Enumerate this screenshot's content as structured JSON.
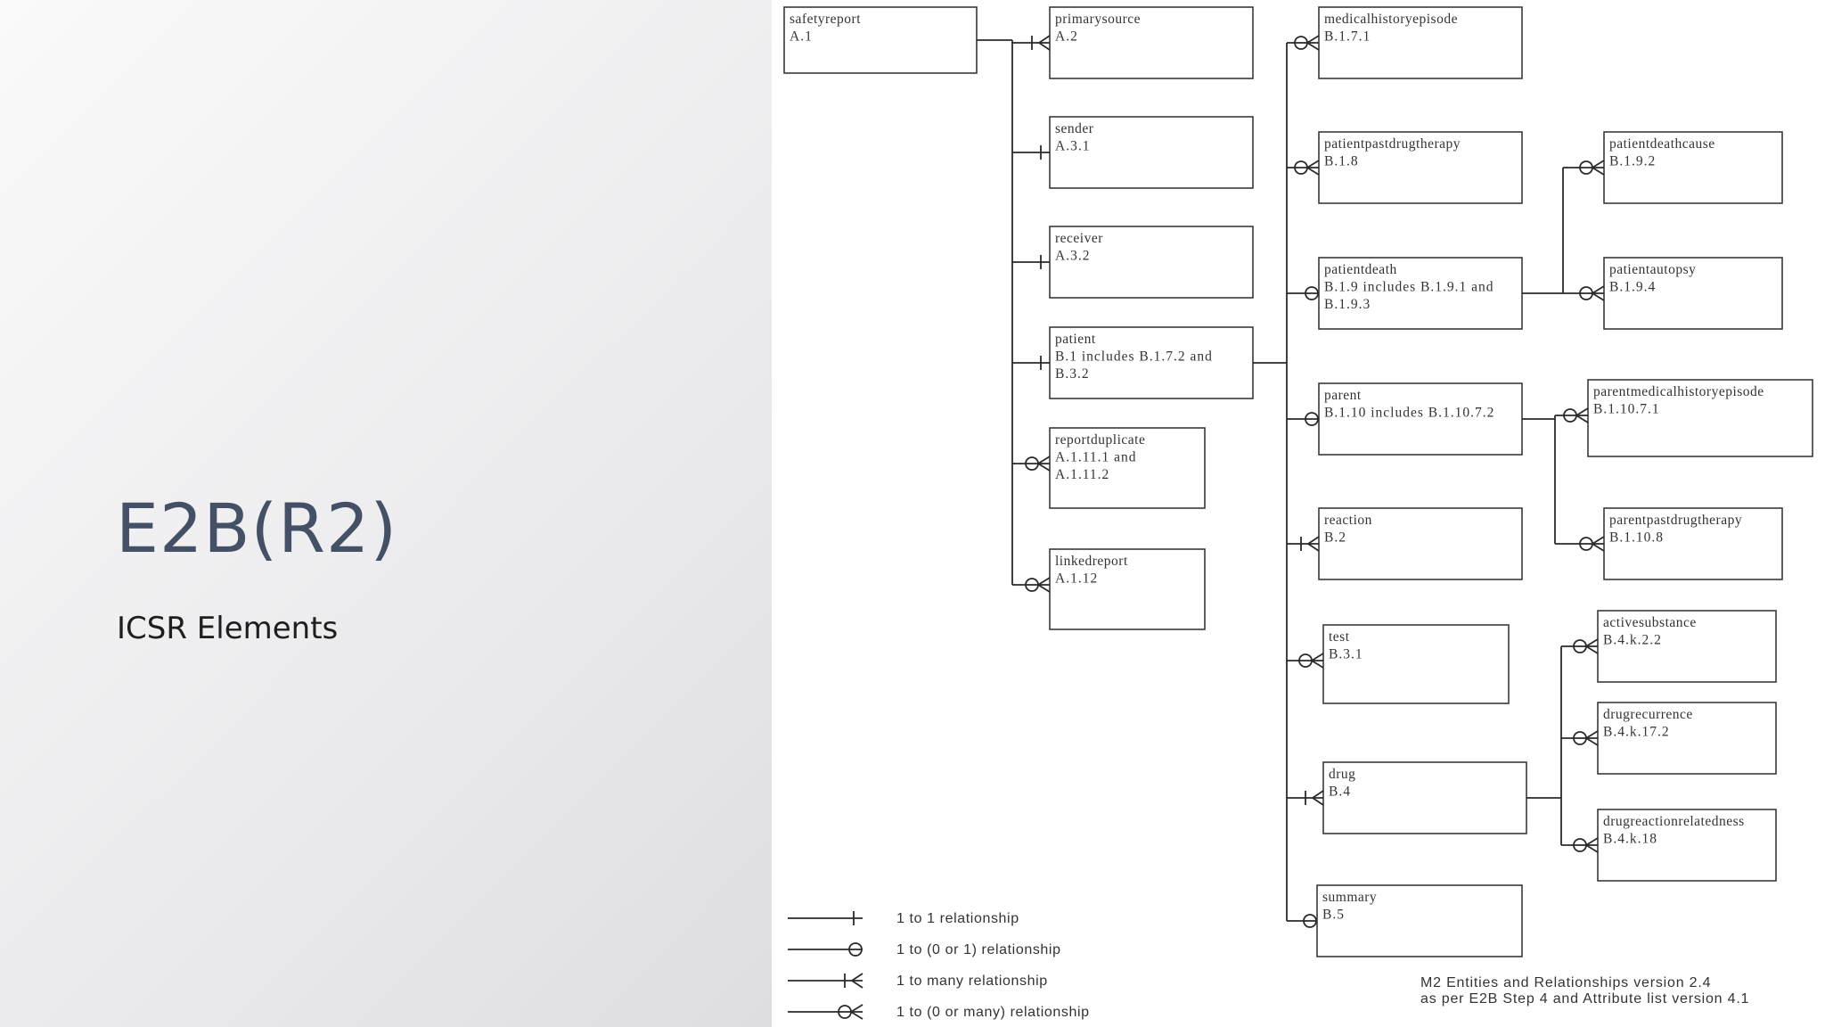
{
  "slide": {
    "title": "E2B(R2)",
    "subtitle": "ICSR Elements"
  },
  "entities": [
    {
      "id": "safetyreport",
      "lines": [
        "safetyreport",
        "A.1"
      ]
    },
    {
      "id": "primarysource",
      "lines": [
        "primarysource",
        "A.2"
      ]
    },
    {
      "id": "sender",
      "lines": [
        "sender",
        "A.3.1"
      ]
    },
    {
      "id": "receiver",
      "lines": [
        "receiver",
        "A.3.2"
      ]
    },
    {
      "id": "patient",
      "lines": [
        "patient",
        "B.1 includes B.1.7.2 and",
        "B.3.2"
      ]
    },
    {
      "id": "reportduplicate",
      "lines": [
        "reportduplicate",
        "A.1.11.1 and",
        "A.1.11.2"
      ]
    },
    {
      "id": "linkedreport",
      "lines": [
        "linkedreport",
        "A.1.12"
      ]
    },
    {
      "id": "medicalhistoryepisode",
      "lines": [
        "medicalhistoryepisode",
        "B.1.7.1"
      ]
    },
    {
      "id": "patientpastdrugtherapy",
      "lines": [
        "patientpastdrugtherapy",
        "B.1.8"
      ]
    },
    {
      "id": "patientdeath",
      "lines": [
        "patientdeath",
        "B.1.9 includes B.1.9.1 and",
        "B.1.9.3"
      ]
    },
    {
      "id": "parent",
      "lines": [
        "parent",
        "B.1.10 includes B.1.10.7.2"
      ]
    },
    {
      "id": "reaction",
      "lines": [
        "reaction",
        "B.2"
      ]
    },
    {
      "id": "test",
      "lines": [
        "test",
        "B.3.1"
      ]
    },
    {
      "id": "drug",
      "lines": [
        "drug",
        "B.4"
      ]
    },
    {
      "id": "summary",
      "lines": [
        "summary",
        "B.5"
      ]
    },
    {
      "id": "patientdeathcause",
      "lines": [
        "patientdeathcause",
        "B.1.9.2"
      ]
    },
    {
      "id": "patientautopsy",
      "lines": [
        "patientautopsy",
        "B.1.9.4"
      ]
    },
    {
      "id": "parentmedicalhistoryepisode",
      "lines": [
        "parentmedicalhistoryepisode",
        "B.1.10.7.1"
      ]
    },
    {
      "id": "parentpastdrugtherapy",
      "lines": [
        "parentpastdrugtherapy",
        "B.1.10.8"
      ]
    },
    {
      "id": "activesubstance",
      "lines": [
        "activesubstance",
        "B.4.k.2.2"
      ]
    },
    {
      "id": "drugrecurrence",
      "lines": [
        "drugrecurrence",
        "B.4.k.17.2"
      ]
    },
    {
      "id": "drugreactionrelatedness",
      "lines": [
        "drugreactionrelatedness",
        "B.4.k.18"
      ]
    }
  ],
  "relationships": [
    {
      "from": "safetyreport",
      "to": "primarysource",
      "type": "1 to many"
    },
    {
      "from": "safetyreport",
      "to": "sender",
      "type": "1 to 1"
    },
    {
      "from": "safetyreport",
      "to": "receiver",
      "type": "1 to 1"
    },
    {
      "from": "safetyreport",
      "to": "patient",
      "type": "1 to 1"
    },
    {
      "from": "safetyreport",
      "to": "reportduplicate",
      "type": "1 to (0 or many)"
    },
    {
      "from": "safetyreport",
      "to": "linkedreport",
      "type": "1 to (0 or many)"
    },
    {
      "from": "patient",
      "to": "medicalhistoryepisode",
      "type": "1 to (0 or many)"
    },
    {
      "from": "patient",
      "to": "patientpastdrugtherapy",
      "type": "1 to (0 or many)"
    },
    {
      "from": "patient",
      "to": "patientdeath",
      "type": "1 to (0 or 1)"
    },
    {
      "from": "patient",
      "to": "parent",
      "type": "1 to (0 or 1)"
    },
    {
      "from": "patient",
      "to": "reaction",
      "type": "1 to many"
    },
    {
      "from": "patient",
      "to": "test",
      "type": "1 to (0 or many)"
    },
    {
      "from": "patient",
      "to": "drug",
      "type": "1 to many"
    },
    {
      "from": "patient",
      "to": "summary",
      "type": "1 to (0 or 1)"
    },
    {
      "from": "patientdeath",
      "to": "patientdeathcause",
      "type": "1 to (0 or many)"
    },
    {
      "from": "patientdeath",
      "to": "patientautopsy",
      "type": "1 to (0 or many)"
    },
    {
      "from": "parent",
      "to": "parentmedicalhistoryepisode",
      "type": "1 to (0 or many)"
    },
    {
      "from": "parent",
      "to": "parentpastdrugtherapy",
      "type": "1 to (0 or many)"
    },
    {
      "from": "drug",
      "to": "activesubstance",
      "type": "1 to (0 or many)"
    },
    {
      "from": "drug",
      "to": "drugrecurrence",
      "type": "1 to (0 or many)"
    },
    {
      "from": "drug",
      "to": "drugreactionrelatedness",
      "type": "1 to (0 or many)"
    }
  ],
  "legend": [
    {
      "symbol": "one",
      "label": "1 to 1 relationship"
    },
    {
      "symbol": "zero-one",
      "label": "1 to (0 or 1) relationship"
    },
    {
      "symbol": "many",
      "label": "1 to many relationship"
    },
    {
      "symbol": "zero-many",
      "label": "1 to (0 or many) relationship"
    }
  ],
  "footnote": {
    "line1": "M2 Entities and Relationships version 2.4",
    "line2": "as per E2B Step 4 and Attribute list version 4.1"
  }
}
